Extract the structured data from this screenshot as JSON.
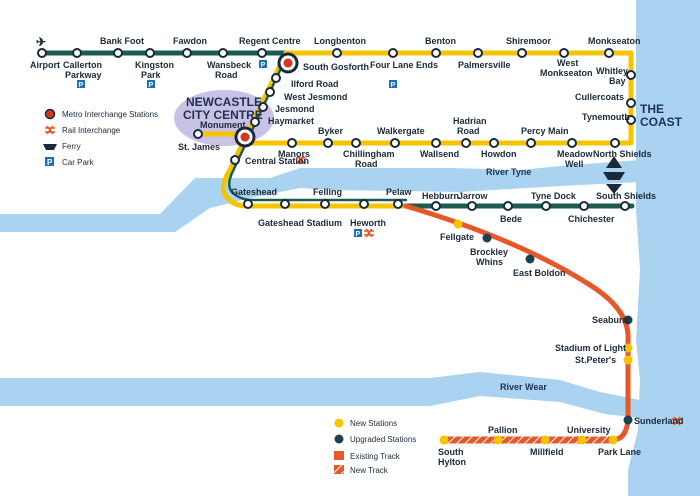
{
  "colors": {
    "water": "#a9d3f0",
    "yellow_line": "#f5c400",
    "green_line": "#1a5c52",
    "red_line": "#e8572a",
    "station_fill": "#ffffff",
    "station_stroke": "#1a2a3a",
    "interchange": "#d9341c",
    "upgraded": "#1e4050",
    "park_blue": "#1e6fb8",
    "city_centre_bg": "#c9c2e6"
  },
  "areas": {
    "city_centre_line1": "NEWCASTLE",
    "city_centre_line2": "CITY CENTRE",
    "coast_line1": "THE",
    "coast_line2": "COAST"
  },
  "rivers": [
    "River Tyne",
    "River Wear"
  ],
  "stations": {
    "airport": "Airport",
    "callerton_parkway_1": "Callerton",
    "callerton_parkway_2": "Parkway",
    "bank_foot": "Bank Foot",
    "kingston_park_1": "Kingston",
    "kingston_park_2": "Park",
    "fawdon": "Fawdon",
    "wansbeck_road_1": "Wansbeck",
    "wansbeck_road_2": "Road",
    "regent_centre": "Regent Centre",
    "south_gosforth": "South Gosforth",
    "longbenton": "Longbenton",
    "four_lane_ends": "Four Lane Ends",
    "benton": "Benton",
    "palmersville": "Palmersville",
    "shiremoor": "Shiremoor",
    "west_monkseaton_1": "West",
    "west_monkseaton_2": "Monkseaton",
    "monkseaton": "Monkseaton",
    "whitley_bay_1": "Whitley",
    "whitley_bay_2": "Bay",
    "cullercoats": "Cullercoats",
    "tynemouth": "Tynemouth",
    "north_shields": "North Shields",
    "meadow_well_1": "Meadow",
    "meadow_well_2": "Well",
    "percy_main": "Percy Main",
    "howdon": "Howdon",
    "hadrian_road_1": "Hadrian",
    "hadrian_road_2": "Road",
    "wallsend": "Wallsend",
    "walkergate": "Walkergate",
    "chillingham_road_1": "Chillingham",
    "chillingham_road_2": "Road",
    "byker": "Byker",
    "manors": "Manors",
    "haymarket": "Haymarket",
    "jesmond": "Jesmond",
    "west_jesmond": "West Jesmond",
    "ilford_road": "Ilford Road",
    "monument": "Monument",
    "st_james": "St. James",
    "central_station": "Central Station",
    "gateshead": "Gateshead",
    "gateshead_stadium": "Gateshead Stadium",
    "felling": "Felling",
    "heworth": "Heworth",
    "pelaw": "Pelaw",
    "hebburn": "Hebburn",
    "jarrow": "Jarrow",
    "bede": "Bede",
    "tyne_dock": "Tyne Dock",
    "chichester": "Chichester",
    "south_shields": "South Shields",
    "fellgate": "Fellgate",
    "brockley_whins_1": "Brockley",
    "brockley_whins_2": "Whins",
    "east_boldon": "East Boldon",
    "seaburn": "Seaburn",
    "stadium_of_light": "Stadium of Light",
    "st_peters": "St.Peter's",
    "sunderland": "Sunderland",
    "park_lane": "Park Lane",
    "university": "University",
    "millfield": "Millfield",
    "pallion": "Pallion",
    "south_hylton_1": "South",
    "south_hylton_2": "Hylton"
  },
  "legend_top": {
    "interchange": "Metro Interchange Stations",
    "rail": "Rail Interchange",
    "ferry": "Ferry",
    "car_park": "Car Park",
    "p_symbol": "P"
  },
  "legend_bottom": {
    "new_stations": "New Stations",
    "upgraded_stations": "Upgraded Stations",
    "existing_track": "Existing Track",
    "new_track": "New Track"
  }
}
